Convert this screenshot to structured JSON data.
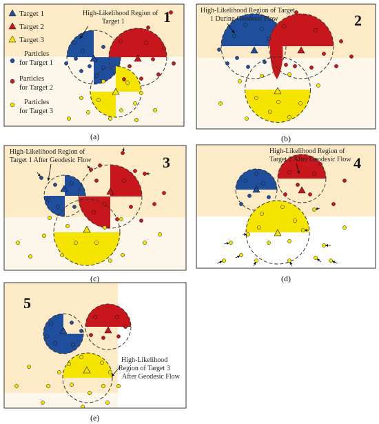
{
  "legend": {
    "target1": "Target 1",
    "target2": "Target 2",
    "target3": "Target 3",
    "particles1_line1": "Particles",
    "particles1_line2": "for Target 1",
    "particles2_line1": "Particles",
    "particles2_line2": "for Target 2",
    "particles3_line1": "Particles",
    "particles3_line2": "for Target 3"
  },
  "panels": {
    "a": {
      "number": "1",
      "caption": "(a)",
      "ann1": "High-Likelihood Region of",
      "ann2": "Target 1"
    },
    "b": {
      "number": "2",
      "caption": "(b)",
      "ann1": "High-Likelihood Region of Target",
      "ann2": "1 During Geodesic Flow"
    },
    "c": {
      "number": "3",
      "caption": "(c)",
      "ann1": "High-Likelihood Region of",
      "ann2": "Target 1 After Geodesic Flow"
    },
    "d": {
      "number": "4",
      "caption": "(d)",
      "ann1": "High-Likelihood Region of",
      "ann2": "Target 2 After Geodesic Flow"
    },
    "e": {
      "number": "5",
      "caption": "(e)",
      "ann1": "High-Likelihood",
      "ann2": "Region of Target 3",
      "ann3": "After Geodesic Flow"
    }
  },
  "colors": {
    "target1": "#1f4e9c",
    "target2": "#c8161d",
    "target3": "#f5e400",
    "bg_light": "#fdebc8",
    "bg_pale": "#fdf6ea",
    "frame": "#333333"
  }
}
